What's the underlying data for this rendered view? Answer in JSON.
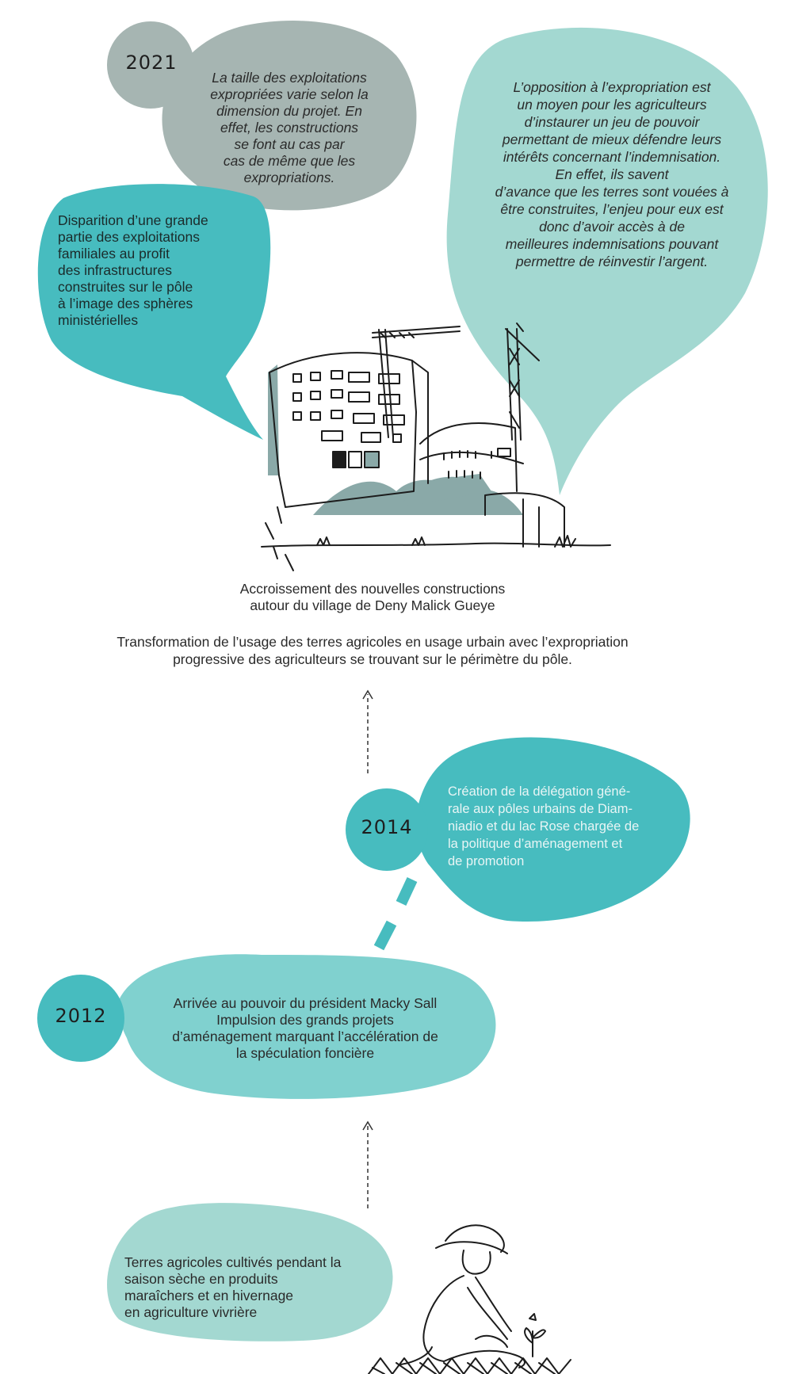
{
  "colors": {
    "grey_bubble": "#a6b5b2",
    "teal_dark": "#47bcbf",
    "teal_mid": "#80d1cf",
    "teal_light": "#a3d8d1",
    "sketch_fill": "#8aa9a8"
  },
  "milestone_2021": {
    "year": "2021",
    "lines": [
      "La taille des exploitations",
      "expropriées varie selon la",
      "dimension du projet. En",
      "effet, les constructions",
      "se font au cas par",
      "cas de même que les",
      "expropriations."
    ]
  },
  "quote_opposition": {
    "lines": [
      "L’opposition à l’expropriation est",
      "un moyen pour les agriculteurs",
      "d’instaurer un jeu de pouvoir",
      "permettant de mieux défendre leurs",
      "intérêts concernant l’indemnisation.",
      "En effet, ils savent",
      "d’avance que les terres sont vouées à",
      "être construites, l’enjeu pour eux est",
      "donc d’avoir accès à de",
      "meilleures indemnisations pouvant",
      "permettre de réinvestir l’argent."
    ]
  },
  "disappearance": {
    "lines": [
      "Disparition d’une grande",
      "partie des exploitations",
      "familiales au profit",
      "des infrastructures",
      "construites sur le pôle",
      "à l’image des sphères",
      "ministérielles"
    ]
  },
  "construction_caption": {
    "lines": [
      "Accroissement des nouvelles constructions",
      "autour du village de Deny Malick Gueye"
    ]
  },
  "transformation_caption": {
    "lines": [
      "Transformation de l’usage des terres agricoles en usage urbain avec l’expropriation",
      "progressive des agriculteurs se trouvant sur le périmètre du pôle."
    ]
  },
  "milestone_2014": {
    "year": "2014",
    "lines": [
      "Création de la délégation géné-",
      "rale aux pôles urbains de Diam-",
      "niadio et du lac Rose chargée de",
      "la politique d’aménagement et",
      "de promotion"
    ]
  },
  "milestone_2012": {
    "year": "2012",
    "lines": [
      "Arrivée au pouvoir du président Macky Sall",
      "Impulsion des grands projets",
      "d’aménagement marquant l’accélération de",
      "la spéculation foncière"
    ]
  },
  "agricultural_land": {
    "lines": [
      "Terres agricoles cultivés pendant la",
      "saison sèche en produits",
      "maraîchers et en hivernage",
      "en agriculture vivrière"
    ]
  }
}
